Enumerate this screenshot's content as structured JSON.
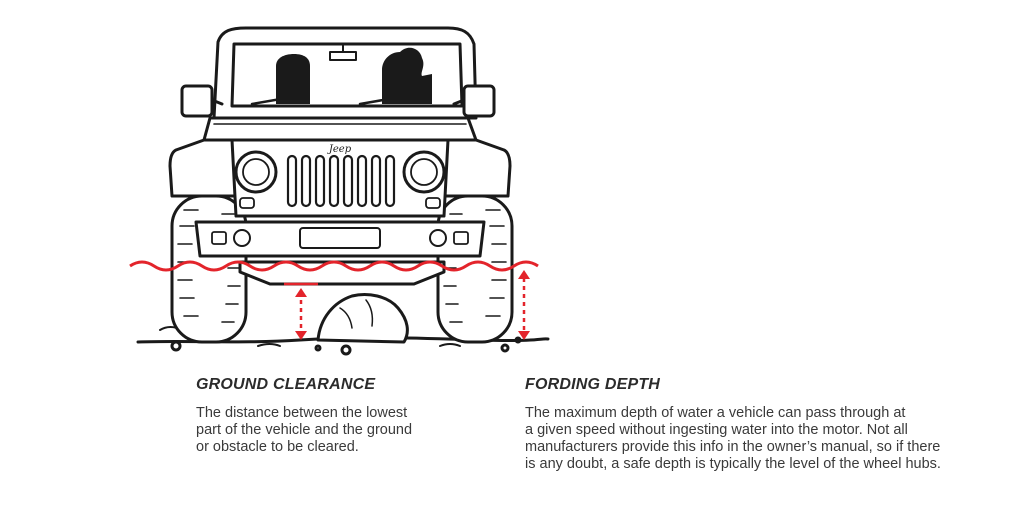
{
  "illustration": {
    "grille_logo": "Jeep",
    "accent_color": "#e3242b",
    "line_color": "#1a1a1a"
  },
  "ground_clearance": {
    "heading": "GROUND CLEARANCE",
    "lines": [
      "The distance between the lowest",
      "part of the vehicle and the ground",
      "or obstacle to be cleared."
    ]
  },
  "fording_depth": {
    "heading": "FORDING DEPTH",
    "lines": [
      "The maximum depth of water a vehicle can pass through at",
      "a given speed without ingesting water into the motor. Not all",
      "manufacturers provide this info in the owner’s manual, so if there",
      "is any doubt, a safe depth is typically the level of the wheel hubs."
    ]
  }
}
